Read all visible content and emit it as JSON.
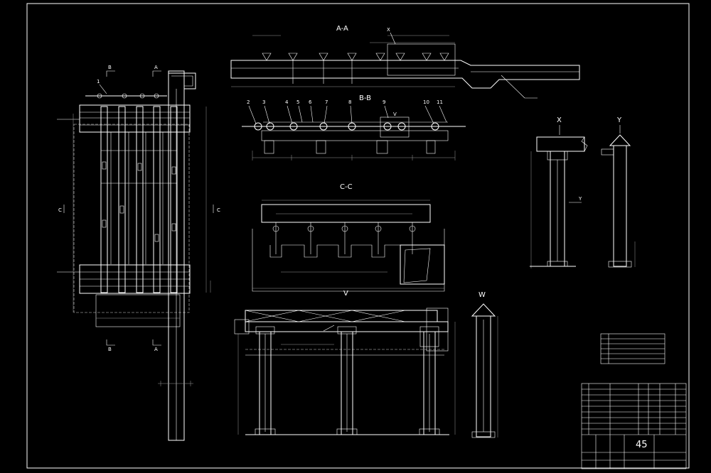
{
  "views": {
    "aa": "A-A",
    "bb": "B-B",
    "cc": "C-C",
    "x": "X",
    "y": "Y",
    "v": "V",
    "w": "W",
    "y_arrow": "Y",
    "x_marker": "X",
    "v_marker": "V"
  },
  "plan_markers": {
    "top_b": "B",
    "top_a": "A",
    "left_c": "C",
    "right_c": "C",
    "bottom_b": "B",
    "bottom_a": "A",
    "part_1": "1"
  },
  "bb_parts": [
    "2",
    "3",
    "4",
    "5",
    "6",
    "7",
    "8",
    "9",
    "10",
    "11"
  ],
  "title_block": {
    "number": "45"
  },
  "colors": {
    "background": "#000000",
    "line": "#ffffff",
    "dimension": "#9a9a9a"
  }
}
